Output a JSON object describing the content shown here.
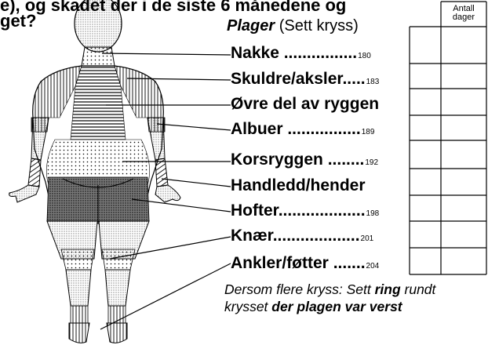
{
  "title": {
    "line1": "e), og skadet der i de siste 6 månedene og",
    "line2": "get?"
  },
  "header": {
    "plager_em": "Plager",
    "plager_rest": " (Sett kryss)",
    "antall_line1": "Antall",
    "antall_line2": "dager"
  },
  "rows": [
    {
      "label": "Nakke",
      "dots": " ................",
      "code": "180"
    },
    {
      "label": "Skuldre/aksler",
      "dots": ".....",
      "code": "183"
    },
    {
      "label": "Øvre del av ryggen",
      "dots": "",
      "code": ""
    },
    {
      "label": "Albuer",
      "dots": " ................",
      "code": "189"
    },
    {
      "label": "Korsryggen",
      "dots": " ........",
      "code": "192"
    },
    {
      "label": "Handledd/hender",
      "dots": "",
      "code": ""
    },
    {
      "label": "Hofter",
      "dots": "...................",
      "code": "198"
    },
    {
      "label": "Knær",
      "dots": "...................",
      "code": "201"
    },
    {
      "label": "Ankler/føtter",
      "dots": " .......",
      "code": "204"
    }
  ],
  "footnote": {
    "line1_a": "Dersom flere kryss: Sett ",
    "line1_b": "ring",
    "line1_c": " rundt",
    "line2_a": "krysset ",
    "line2_b": "der plagen var verst"
  }
}
